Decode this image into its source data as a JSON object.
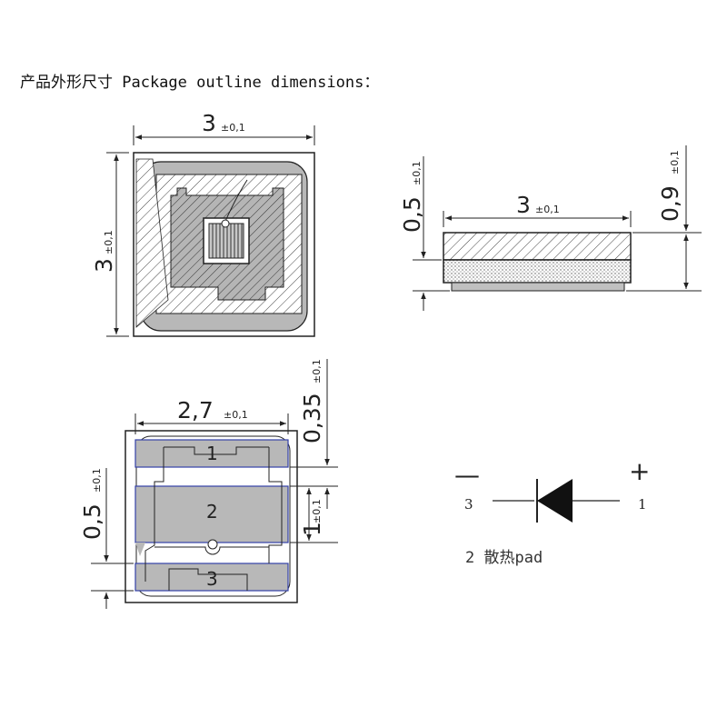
{
  "title": "产品外形尺寸 Package outline dimensions：",
  "colors": {
    "line": "#222222",
    "pad_gray": "#b8b8b8",
    "pad_outline_blue": "#3340a8",
    "body_fill": "#ffffff"
  },
  "top_view": {
    "width_dim": {
      "value": "3",
      "tol": "±0,1"
    },
    "height_dim": {
      "value": "3",
      "tol": "±0,1"
    }
  },
  "side_view": {
    "length_dim": {
      "value": "3",
      "tol": "±0,1"
    },
    "lens_dim": {
      "value": "0,5",
      "tol": "±0,1"
    },
    "total_dim": {
      "value": "0,9",
      "tol": "±0,1"
    }
  },
  "bottom_view": {
    "width_dim": {
      "value": "2,7",
      "tol": "±0,1"
    },
    "pad_gap_dim": {
      "value": "0,35",
      "tol": "±0,1"
    },
    "pad_height_dim": {
      "value": "0,5",
      "tol": "±0,1"
    },
    "center_pad_dim": {
      "value": "1",
      "tol": "±0,1"
    },
    "pads": [
      "1",
      "2",
      "3"
    ]
  },
  "symbol": {
    "minus_sign": "—",
    "plus_sign": "+",
    "cathode_pin": "3",
    "anode_pin": "1",
    "legend": "2 散热pad"
  }
}
